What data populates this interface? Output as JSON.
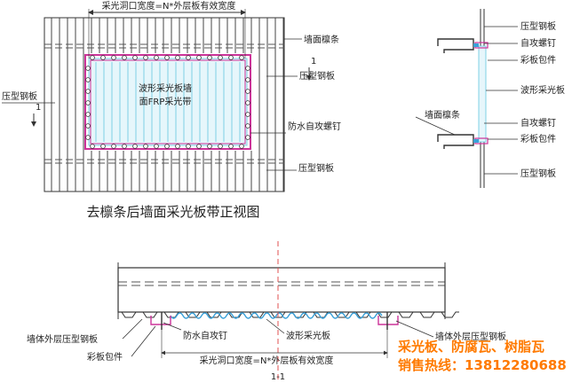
{
  "front_view": {
    "top_dimension": "采光洞口宽度=N*外层板有效宽度",
    "label_purlin": "墙面檩条",
    "label_steel_left": "压型钢板",
    "label_steel_right": "压型钢板",
    "label_steel_bottom": "压型钢板",
    "label_screw": "防水自攻螺钉",
    "center_line1": "波形采光板墙",
    "center_line2": "面FRP采光带",
    "section_mark": "1",
    "title": "去檩条后墙面采光板带正视图"
  },
  "side_view": {
    "labels": [
      "压型钢板",
      "自攻螺钉",
      "彩板包件",
      "波形采光板",
      "自攻螺钉",
      "彩板包件",
      "压型钢板"
    ],
    "label_purlin": "墙面檩条"
  },
  "section_view": {
    "label_outer_steel": "墙体外层压型钢板",
    "label_color_plate": "彩板包件",
    "label_screw": "防水自攻钉",
    "label_wave_panel": "波形采光板",
    "label_outer_steel_right": "墙体外层压型钢板",
    "bottom_dimension": "采光洞口宽度=N*外层板有效宽度",
    "section_title": "1-1"
  },
  "watermark": {
    "line1": "采光板、防腐瓦、树脂瓦",
    "line2": "销售热线：13812280688"
  },
  "colors": {
    "line": "#333333",
    "frame": "#cc3399",
    "panel_fill": "#e6f6fb",
    "panel_line": "#7fd0e6",
    "centerline": "#e05050",
    "watermark": "#ff7a00"
  }
}
